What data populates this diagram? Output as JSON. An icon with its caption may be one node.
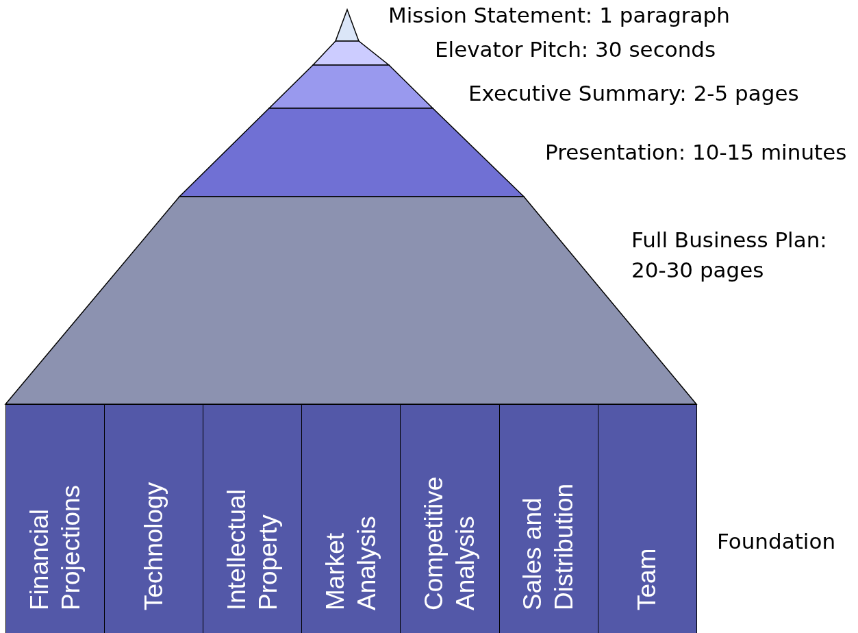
{
  "diagram": {
    "nodes": [
      {
        "text": [],
        "shape": "triangle"
      },
      {
        "text": [],
        "shape": "trapezoid"
      },
      {
        "text": [],
        "shape": "trapezoid"
      },
      {
        "text": [],
        "shape": "trapezoid"
      },
      {
        "text": [],
        "shape": "trapezoid"
      },
      {
        "text": [
          "Financial Projections"
        ]
      },
      {
        "text": [
          "Technology"
        ]
      },
      {
        "text": [
          "Intellectual Property"
        ]
      },
      {
        "text": [
          "Market Analysis"
        ]
      },
      {
        "text": [
          "Competitive Analysis"
        ]
      },
      {
        "text": [
          "Sales and Distribution"
        ]
      },
      {
        "text": [
          "Team"
        ]
      }
    ],
    "edges": [],
    "labels": [
      "Mission Statement: 1 paragraph",
      "Elevator Pitch: 30 seconds",
      "Executive Summary: 2-5 pages",
      "Presentation: 10-15 minutes",
      "Full Business Plan: 20-30 pages",
      "Foundation"
    ]
  }
}
